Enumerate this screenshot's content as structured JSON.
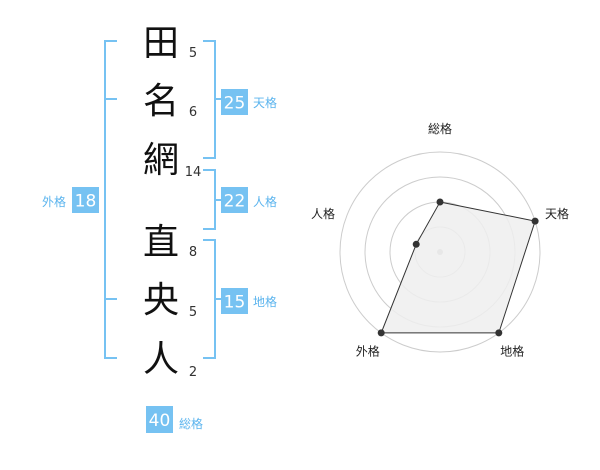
{
  "colors": {
    "accent": "#76c2f2",
    "accent_text": "#5bb4ee",
    "badge_text": "#ffffff",
    "kanji": "#111111",
    "grid": "#cccccc",
    "radar_fill": "#eeeeee",
    "radar_stroke": "#333333"
  },
  "name": {
    "characters": [
      {
        "char": "田",
        "strokes": "5"
      },
      {
        "char": "名",
        "strokes": "6"
      },
      {
        "char": "網",
        "strokes": "14"
      },
      {
        "char": "直",
        "strokes": "8"
      },
      {
        "char": "央",
        "strokes": "5"
      },
      {
        "char": "人",
        "strokes": "2"
      }
    ]
  },
  "fortunes": {
    "tenkaku": {
      "value": "25",
      "label": "天格"
    },
    "jinkaku": {
      "value": "22",
      "label": "人格"
    },
    "chikaku": {
      "value": "15",
      "label": "地格"
    },
    "gaikaku": {
      "value": "18",
      "label": "外格"
    },
    "soukaku": {
      "value": "40",
      "label": "総格"
    }
  },
  "chart_data": {
    "type": "radar",
    "axes": [
      "総格",
      "天格",
      "地格",
      "外格",
      "人格"
    ],
    "values": [
      2,
      4,
      4,
      4,
      1
    ],
    "max": 4,
    "grid_levels": 4
  }
}
